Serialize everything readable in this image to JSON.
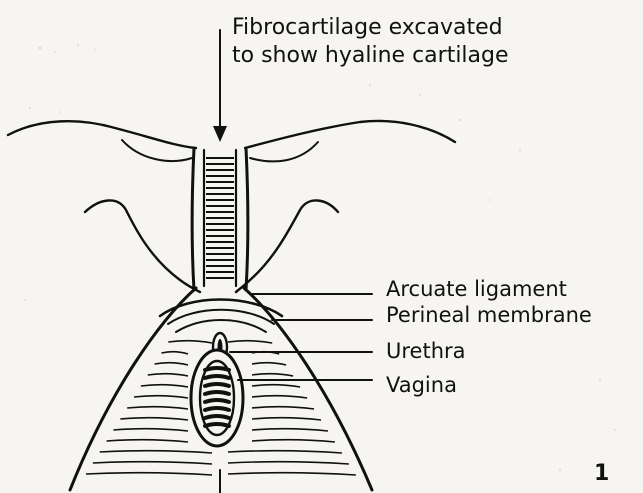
{
  "figure": {
    "top_label_line1": "Fibrocartilage excavated",
    "top_label_line2": "to show hyaline cartilage",
    "labels": {
      "arcuate": "Arcuate ligament",
      "perineal": "Perineal membrane",
      "urethra": "Urethra",
      "vagina": "Vagina"
    },
    "figure_number": "1"
  },
  "colors": {
    "ink": "#111111",
    "paper": "#f6f5f1"
  }
}
